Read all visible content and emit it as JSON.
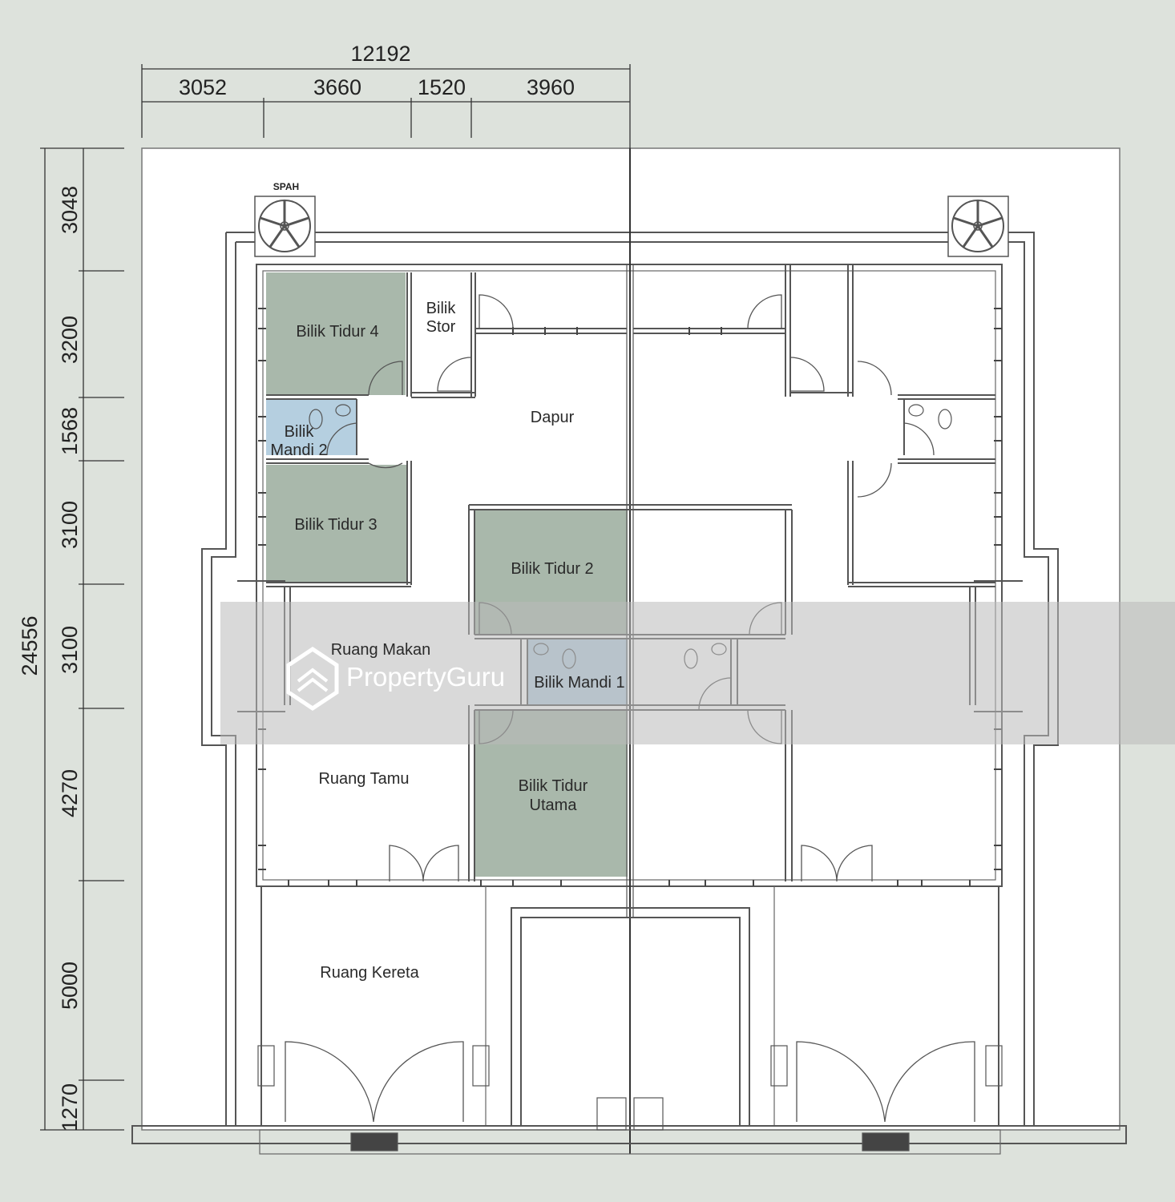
{
  "dimensions": {
    "top_total": "12192",
    "top_segments": [
      "3052",
      "3660",
      "1520",
      "3960"
    ],
    "left_total": "24556",
    "left_segments": [
      "3048",
      "3200",
      "1568",
      "3100",
      "3100",
      "4270",
      "5000",
      "1270"
    ]
  },
  "rooms": {
    "bilik_tidur_4": "Bilik Tidur 4",
    "bilik_stor_1": "Bilik",
    "bilik_stor_2": "Stor",
    "bilik_mandi_2_line1": "Bilik",
    "bilik_mandi_2_line2": "Mandi 2",
    "bilik_tidur_3": "Bilik Tidur 3",
    "dapur": "Dapur",
    "bilik_tidur_2": "Bilik Tidur 2",
    "ruang_makan": "Ruang Makan",
    "bilik_mandi_1": "Bilik Mandi 1",
    "ruang_tamu": "Ruang Tamu",
    "bilik_tidur_utama_1": "Bilik Tidur",
    "bilik_tidur_utama_2": "Utama",
    "ruang_kereta": "Ruang Kereta"
  },
  "labels": {
    "spah": "SPAH"
  },
  "watermark": {
    "text": "PropertyGuru"
  },
  "colors": {
    "background": "#dde2dc",
    "bedroom_fill": "#a9b8ab",
    "bathroom_fill": "#b5cfe0",
    "wall": "#555555",
    "watermark_band": "#b9b9b9"
  }
}
